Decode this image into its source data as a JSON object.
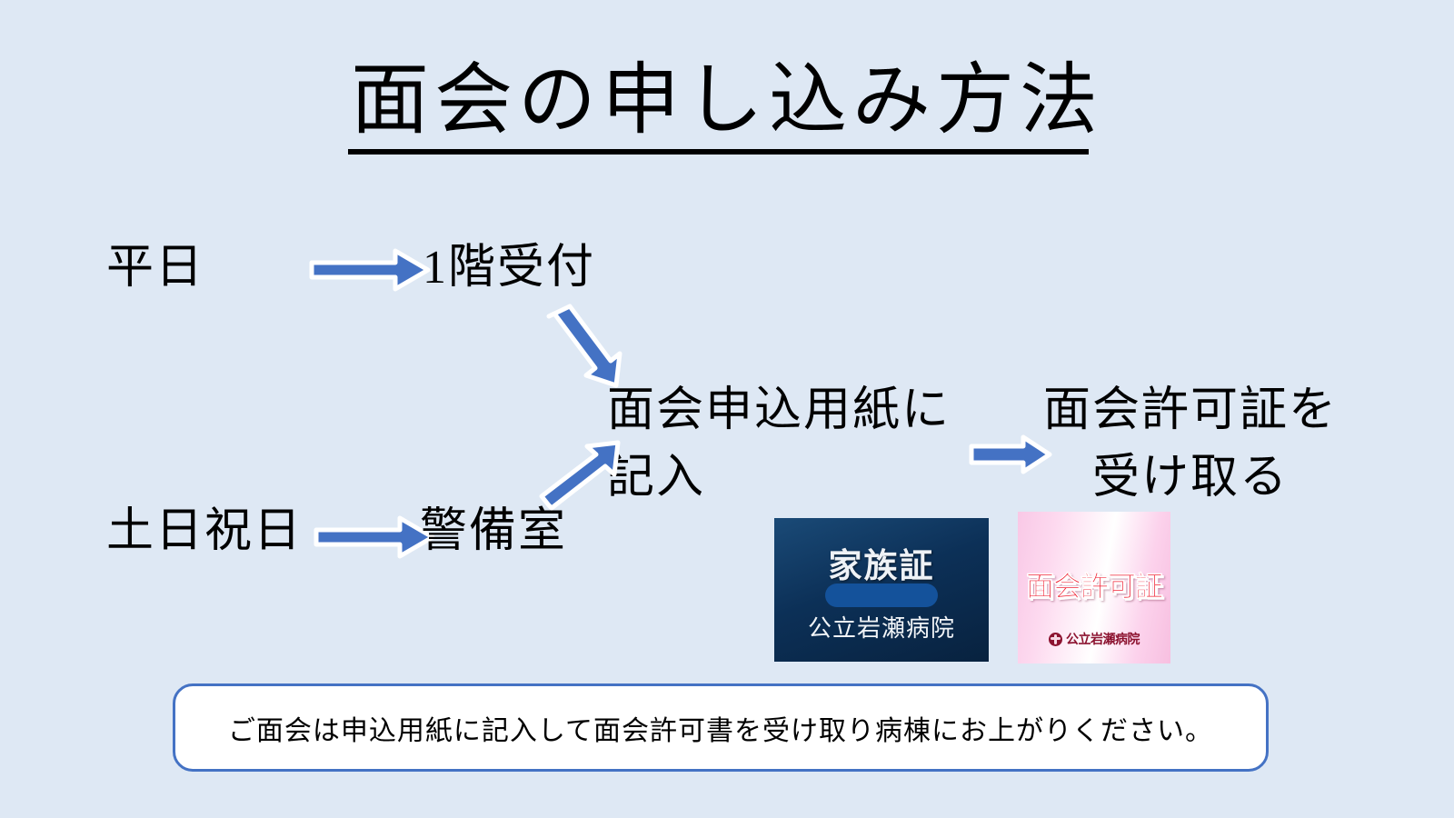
{
  "slide": {
    "background_color": "#dee8f4",
    "title": "面会の申し込み方法"
  },
  "flow": {
    "weekday_label": "平日",
    "reception_label": "1階受付",
    "weekend_label": "土日祝日",
    "guard_room_label": "警備室",
    "fill_form_label": "面会申込用紙に\n記入",
    "receive_permit_label": "面会許可証を\n受け取る",
    "arrow_color": "#4472c4",
    "arrows": [
      {
        "name": "weekday-to-reception",
        "direction": "right"
      },
      {
        "name": "reception-to-form",
        "direction": "down-right"
      },
      {
        "name": "weekend-to-guard",
        "direction": "right"
      },
      {
        "name": "guard-to-form",
        "direction": "up-right"
      },
      {
        "name": "form-to-permit",
        "direction": "right"
      }
    ]
  },
  "cards": {
    "family_card": {
      "title": "家族証",
      "organization": "公立岩瀬病院",
      "background_color": "#0c3057",
      "text_color": "#eef2f6",
      "redaction_color": "#14529b"
    },
    "permit_card": {
      "title": "面会許可証",
      "organization": "公立岩瀬病院",
      "background_color": "#fcd6ee",
      "title_color": "#ef1b2e",
      "organization_color": "#8c1330"
    }
  },
  "note": {
    "text": "ご面会は申込用紙に記入して面会許可書を受け取り病棟にお上がりください。",
    "border_color": "#4472c4",
    "background_color": "#ffffff"
  }
}
